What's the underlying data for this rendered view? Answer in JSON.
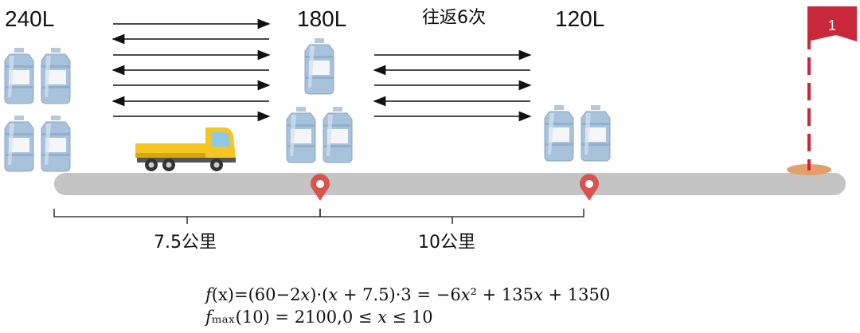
{
  "stations": [
    {
      "amount_label": "240L"
    },
    {
      "amount_label": "180L"
    },
    {
      "amount_label": "120L"
    }
  ],
  "round_trip_label": "往返6次",
  "distances": [
    {
      "label": "7.5公里"
    },
    {
      "label": "10公里"
    }
  ],
  "flag_number": "1",
  "formula_lines": [
    "𝑓(x)=(60−2𝑥)·(𝑥 + 7.5)·3 = −6𝑥² + 135𝑥 + 1350",
    "𝑓ₘₐₓ(10) = 2100,0 ≤ 𝑥 ≤ 10"
  ],
  "colors": {
    "road": "#c4c4c4",
    "pin": "#d9534f",
    "flag": "#c8283a",
    "truck_cab": "#f3c623",
    "bottle_blue": "#9bb9d6"
  }
}
